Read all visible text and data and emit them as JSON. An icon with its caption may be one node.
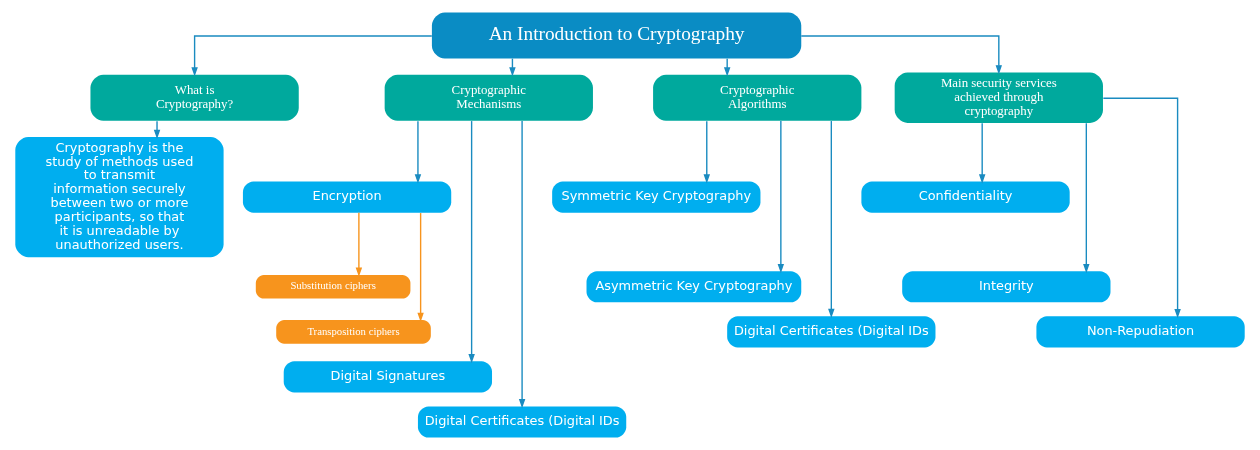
{
  "diagram": {
    "nodes": [
      {
        "text": [
          "An Introduction to Cryptography"
        ]
      },
      {
        "text": [
          "What is Cryptography?"
        ]
      },
      {
        "text": [
          "Cryptography is the study of methods used to transmit information securely between two or more participants, so that it is unreadable by unauthorized users."
        ]
      },
      {
        "text": [
          "Cryptographic Mechanisms"
        ]
      },
      {
        "text": [
          "Encryption"
        ]
      },
      {
        "text": [
          "Substitution ciphers"
        ]
      },
      {
        "text": [
          "Transposition ciphers"
        ]
      },
      {
        "text": [
          "Digital Signatures"
        ]
      },
      {
        "text": [
          "Digital Certificates (Digital IDs"
        ]
      },
      {
        "text": [
          "Cryptographic Algorithms"
        ]
      },
      {
        "text": [
          "Symmetric Key Cryptography"
        ]
      },
      {
        "text": [
          "Asymmetric Key Cryptography"
        ]
      },
      {
        "text": [
          "Digital Certificates (Digital IDs"
        ]
      },
      {
        "text": [
          "Main security services achieved through cryptography"
        ]
      },
      {
        "text": [
          "Confidentiality"
        ]
      },
      {
        "text": [
          "Integrity"
        ]
      },
      {
        "text": [
          "Non-Repudiation"
        ]
      }
    ],
    "edges": [
      {
        "from": 0,
        "to": 1,
        "arrow": "to"
      },
      {
        "from": 0,
        "to": 3,
        "arrow": "to"
      },
      {
        "from": 0,
        "to": 9,
        "arrow": "to"
      },
      {
        "from": 0,
        "to": 13,
        "arrow": "to"
      },
      {
        "from": 1,
        "to": 2,
        "arrow": "to"
      },
      {
        "from": 3,
        "to": 4,
        "arrow": "to"
      },
      {
        "from": 4,
        "to": 5,
        "arrow": "to",
        "color": "#f7941d"
      },
      {
        "from": 4,
        "to": 6,
        "arrow": "to",
        "color": "#f7941d"
      },
      {
        "from": 3,
        "to": 7,
        "arrow": "to"
      },
      {
        "from": 3,
        "to": 8,
        "arrow": "to"
      },
      {
        "from": 9,
        "to": 10,
        "arrow": "to"
      },
      {
        "from": 9,
        "to": 11,
        "arrow": "to"
      },
      {
        "from": 9,
        "to": 12,
        "arrow": "to"
      },
      {
        "from": 13,
        "to": 14,
        "arrow": "to"
      },
      {
        "from": 13,
        "to": 15,
        "arrow": "to"
      },
      {
        "from": 13,
        "to": 16,
        "arrow": "to"
      }
    ]
  }
}
